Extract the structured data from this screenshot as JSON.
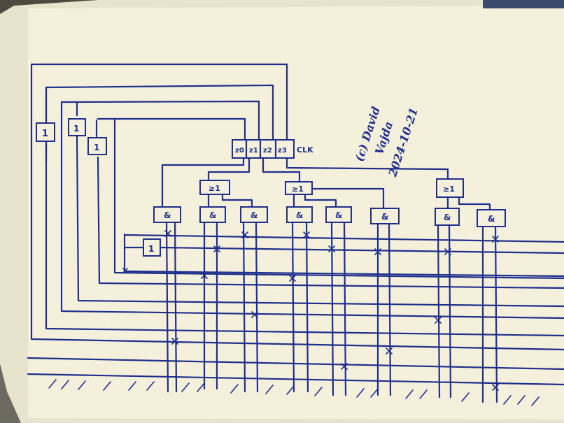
{
  "diagram": {
    "signature": {
      "line1": "(c) David",
      "line2": "Vajda",
      "date": "2024-10-21"
    },
    "register": {
      "bits": [
        "z0",
        "z1",
        "z2",
        "z3"
      ],
      "clock_label": "CLK"
    },
    "not_gates": [
      "1",
      "1",
      "1",
      "1"
    ],
    "and_gates": [
      "&",
      "&",
      "&",
      "&",
      "&",
      "&",
      "&",
      "&"
    ],
    "or_gates": [
      "≥1",
      "≥1",
      "≥1"
    ]
  },
  "colors": {
    "ink": "#1f2f8c",
    "paper": "#f4f0dc",
    "background": "#6d6a5f"
  }
}
